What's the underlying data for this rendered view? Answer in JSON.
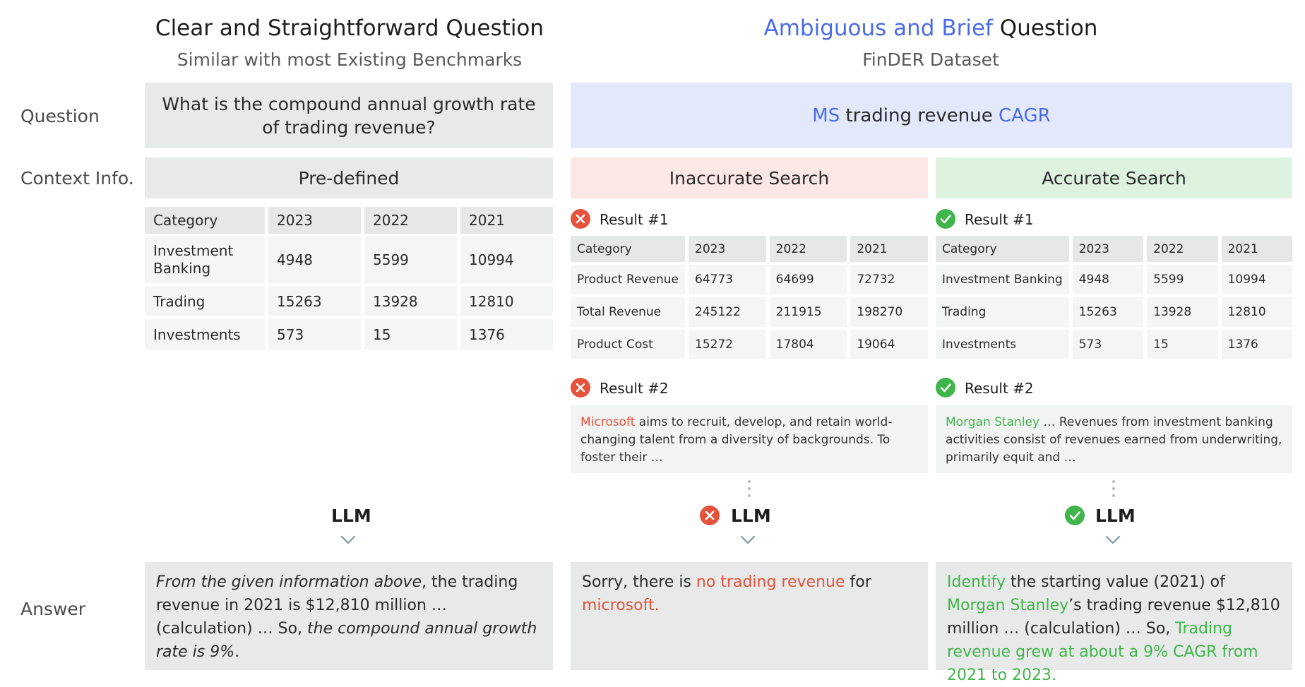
{
  "left_header": {
    "title": "Clear and Straightforward Question",
    "subtitle": "Similar with most Existing Benchmarks"
  },
  "right_header": {
    "title_highlight": "Ambiguous and Brief",
    "title_rest": " Question",
    "subtitle": "FinDER Dataset"
  },
  "row_labels": {
    "question": "Question",
    "context": "Context Info.",
    "answer": "Answer"
  },
  "left_question": {
    "line1": "What is the compound annual growth rate",
    "line2": "of trading revenue?"
  },
  "right_question": {
    "part1": "MS",
    "part2": " trading revenue ",
    "part3": "CAGR"
  },
  "left_context": {
    "header": "Pre-defined",
    "table": {
      "headers": [
        "Category",
        "2023",
        "2022",
        "2021"
      ],
      "rows": [
        [
          "Investment Banking",
          "4948",
          "5599",
          "10994"
        ],
        [
          "Trading",
          "15263",
          "13928",
          "12810"
        ],
        [
          "Investments",
          "573",
          "15",
          "1376"
        ]
      ]
    }
  },
  "inaccurate": {
    "header": "Inaccurate Search",
    "result1_label": "Result #1",
    "table": {
      "headers": [
        "Category",
        "2023",
        "2022",
        "2021"
      ],
      "rows": [
        [
          "Product Revenue",
          "64773",
          "64699",
          "72732"
        ],
        [
          "Total Revenue",
          "245122",
          "211915",
          "198270"
        ],
        [
          "Product Cost",
          "15272",
          "17804",
          "19064"
        ]
      ]
    },
    "result2_label": "Result #2",
    "snippet_highlight": "Microsoft",
    "snippet_rest": " aims to recruit, develop, and retain world-changing talent from a diversity of backgrounds. To foster their …"
  },
  "accurate": {
    "header": "Accurate Search",
    "result1_label": "Result #1",
    "table": {
      "headers": [
        "Category",
        "2023",
        "2022",
        "2021"
      ],
      "rows": [
        [
          "Investment Banking",
          "4948",
          "5599",
          "10994"
        ],
        [
          "Trading",
          "15263",
          "13928",
          "12810"
        ],
        [
          "Investments",
          "573",
          "15",
          "1376"
        ]
      ]
    },
    "result2_label": "Result #2",
    "snippet_highlight": "Morgan Stanley",
    "snippet_rest": " … Revenues from investment banking activities consist of revenues earned from underwriting, primarily equit and …"
  },
  "llm_label": "LLM",
  "answers": {
    "left": {
      "i1": "From the given information above",
      "t1": ", the trading revenue in 2021 is $12,810 million … (calculation) … So, ",
      "i2": "the compound annual growth rate is 9%",
      "t2": "."
    },
    "middle": {
      "t1": "Sorry, there is ",
      "r1": "no trading revenue",
      "t2": " for ",
      "r2": "microsoft."
    },
    "right": {
      "g1": "Identify",
      "t1": " the starting value (2021) of ",
      "g2": "Morgan Stanley",
      "t2": "’s trading revenue $12,810 million … (calculation) … So, ",
      "g3": "Trading revenue grew at about a 9% CAGR from 2021 to 2023."
    }
  },
  "colors": {
    "accent_blue": "#4a6bea",
    "error_red": "#e5533c",
    "success_green": "#3fb54a",
    "question_blue_bg": "#e3e9fb",
    "inaccurate_bg": "#fbe7e5",
    "accurate_bg": "#ddf3df"
  },
  "icons": {
    "error": "x-circle-icon",
    "success": "check-circle-icon",
    "arrow": "chevron-down-icon"
  }
}
